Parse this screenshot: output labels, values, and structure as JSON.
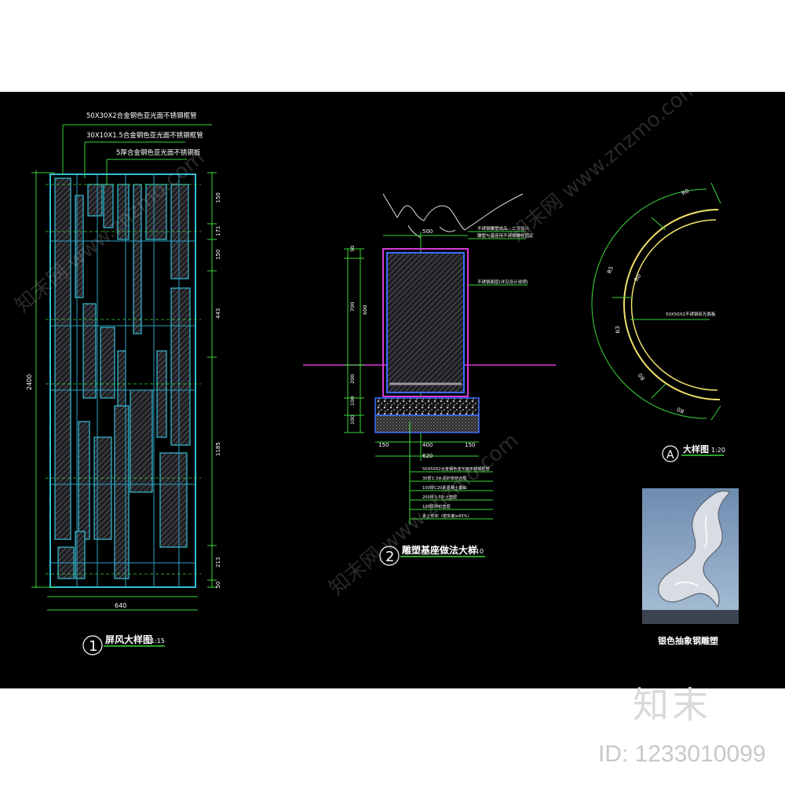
{
  "watermark": {
    "brand": "知末",
    "id_text": "ID: 1233010099",
    "diagonal": "知末网 www.znzmo.com"
  },
  "drawing1": {
    "number": "1",
    "title": "屏风大样图",
    "scale": "1:15",
    "leader_labels": [
      "50X30X2合金钢色亚光面不锈钢框管",
      "30X10X1.5合金钢色亚光面不锈钢框管",
      "5厚合金钢色亚光面不锈钢板"
    ],
    "left_total": "2400",
    "right_dims": [
      "150",
      "171",
      "150",
      "443",
      "1185",
      "213",
      "50"
    ],
    "bottom_total": "640"
  },
  "drawing2": {
    "number": "2",
    "title": "雕塑基座做法大样",
    "scale": "1:10",
    "top_dim": "500",
    "bottom_dims": [
      "150",
      "400",
      "150"
    ],
    "bottom_total": "620",
    "left_dims": [
      "50",
      "700",
      "600",
      "200",
      "100",
      "100"
    ],
    "note_a": "不锈钢雕塑成品，二次设计",
    "note_b": "雕塑与基座用不锈钢螺栓固定",
    "note_c": "不锈钢面层(详见设计说明)",
    "layers": [
      "50X50X2合金钢色亚光面不锈钢框管",
      "30厚1:3水泥砂浆结合层",
      "100厚C20素混凝土基础",
      "200厚3:7灰土垫层",
      "100厚碎石垫层",
      "素土夯实（密实度≥93%）"
    ]
  },
  "drawingA": {
    "letter": "A",
    "title": "大样图",
    "scale": "1:20",
    "note": "50X50X2不锈钢亚光面板",
    "arc_labels": [
      "R0",
      "R5",
      "R0",
      "R3",
      "R0",
      "R0"
    ]
  },
  "photo": {
    "caption": "银色抽象钢雕塑"
  },
  "colors": {
    "background": "#000000",
    "panel_border": "#35c0d8",
    "dimension": "#39d639",
    "ground": "#d63ad6",
    "base_blue": "#3a6cff",
    "arc": "#f0e06a",
    "note_text": "#ffffff"
  }
}
